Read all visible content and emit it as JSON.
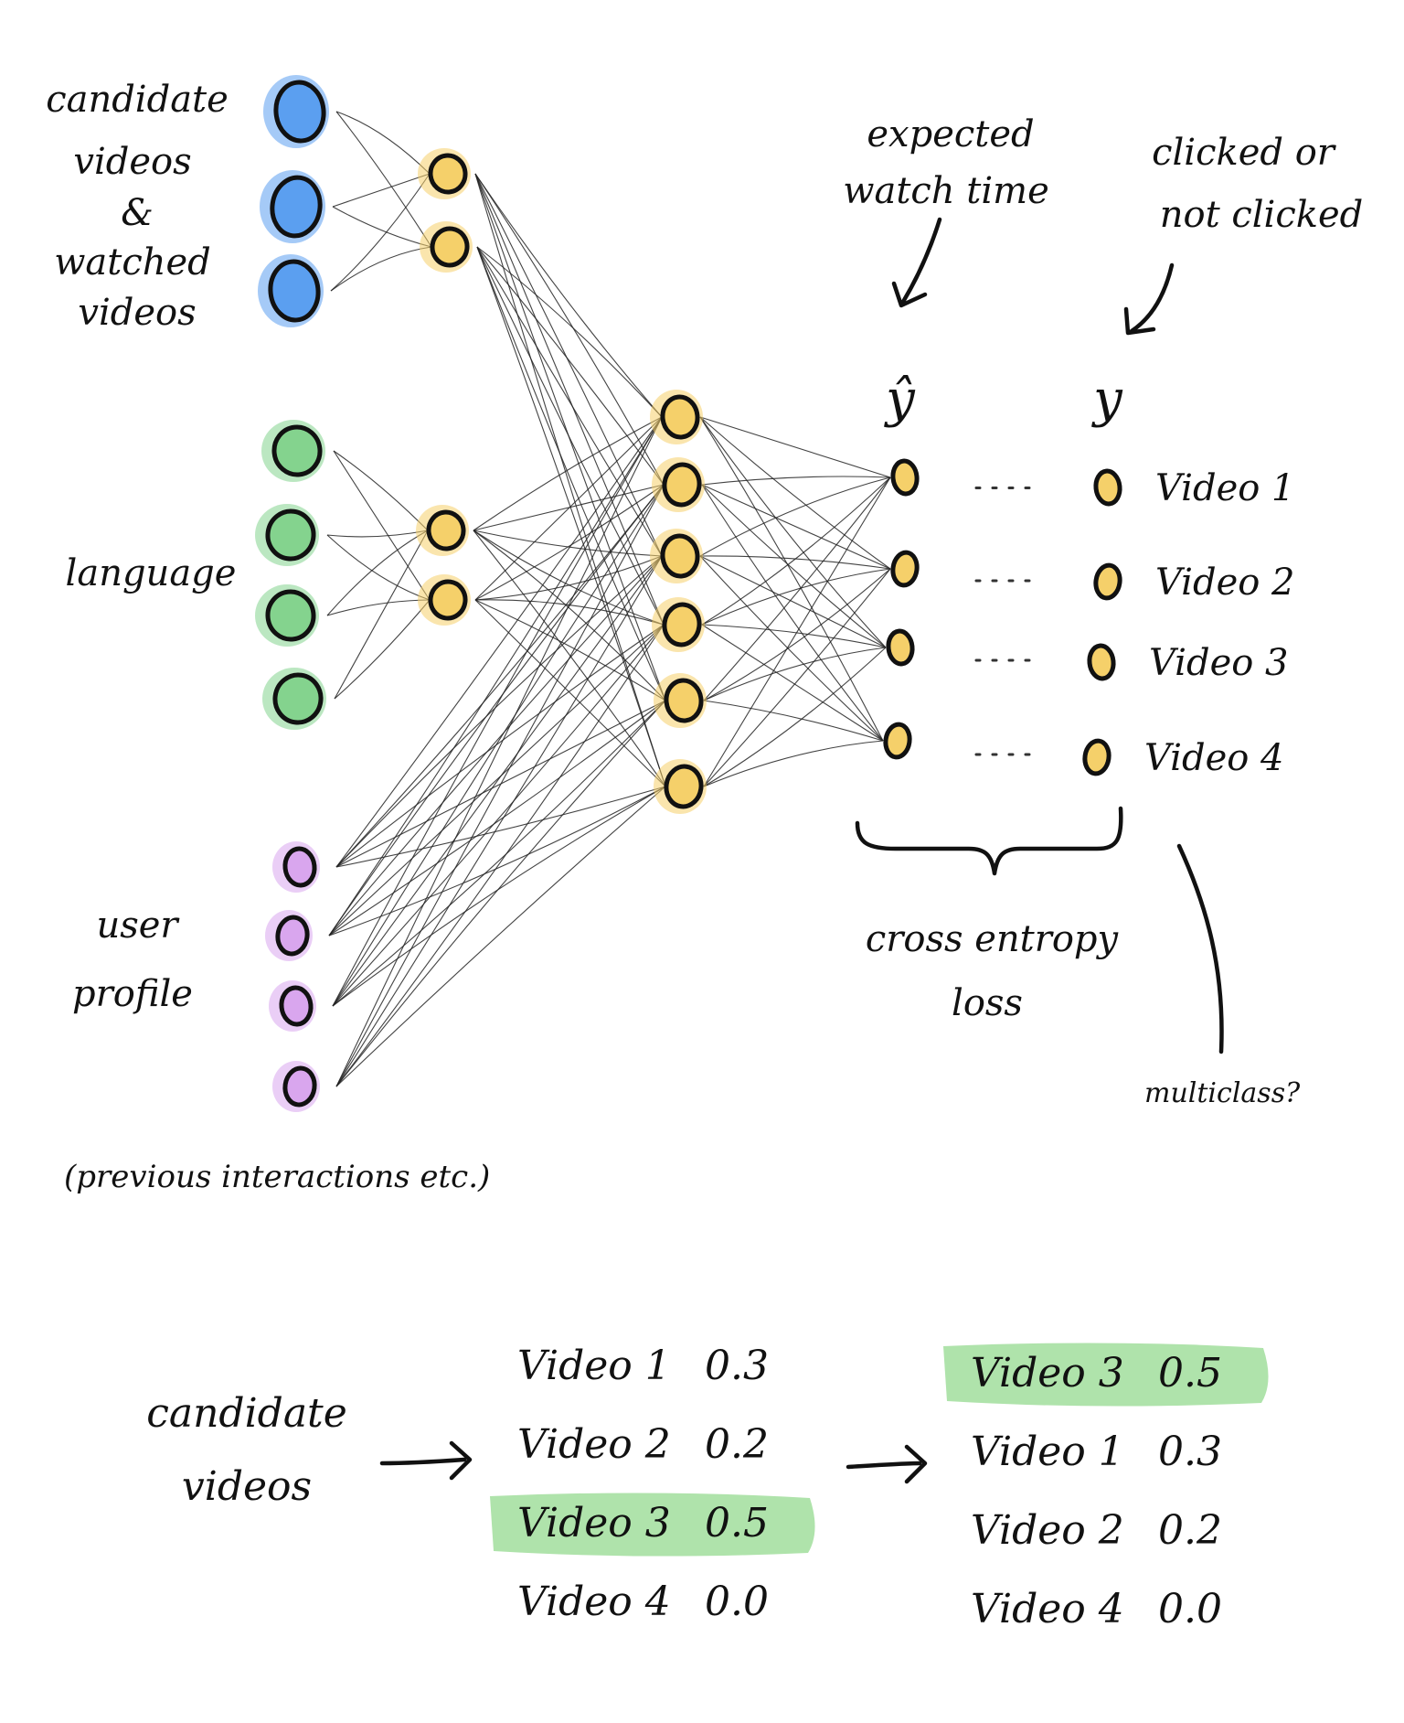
{
  "inputs": {
    "video_label": [
      "candidate",
      "videos",
      "&",
      "watched",
      "videos"
    ],
    "language_label": "language",
    "profile_label": [
      "user",
      "profile"
    ],
    "profile_note": "(previous interactions etc.)"
  },
  "outputs": {
    "expected_label": [
      "expected",
      "watch time"
    ],
    "clicked_label": [
      "clicked or",
      "not clicked"
    ],
    "y_hat": "ŷ",
    "y": "y",
    "videos": [
      "Video 1",
      "Video 2",
      "Video 3",
      "Video 4"
    ],
    "loss_label": [
      "cross entropy",
      "loss"
    ],
    "multiclass": "multiclass?"
  },
  "ranking": {
    "input_label": [
      "candidate",
      "videos"
    ],
    "scored": [
      {
        "video": "Video 1",
        "score": "0.3"
      },
      {
        "video": "Video 2",
        "score": "0.2"
      },
      {
        "video": "Video 3",
        "score": "0.5"
      },
      {
        "video": "Video 4",
        "score": "0.0"
      }
    ],
    "sorted": [
      {
        "video": "Video 3",
        "score": "0.5"
      },
      {
        "video": "Video 1",
        "score": "0.3"
      },
      {
        "video": "Video 2",
        "score": "0.2"
      },
      {
        "video": "Video 4",
        "score": "0.0"
      }
    ],
    "highlight_video": "Video 3"
  },
  "colors": {
    "video_nodes": "#5b9ff0",
    "language_nodes": "#84d38e",
    "profile_nodes": "#d9a6ee",
    "hidden_nodes": "#f5d06a",
    "highlight": "#a6e0a2"
  }
}
